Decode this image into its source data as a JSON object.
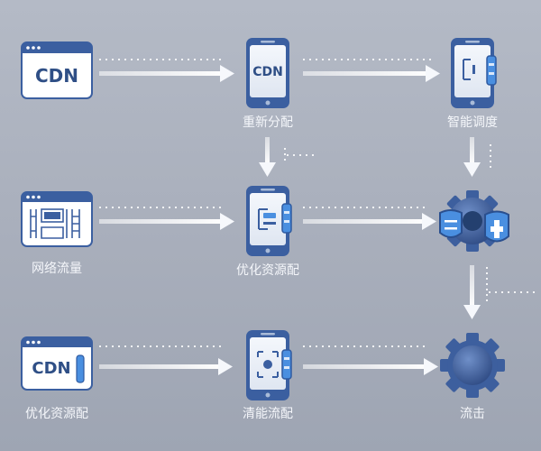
{
  "nodes": {
    "cdn_box_top": {
      "text": "CDN"
    },
    "phone_top": {
      "text": "CDN",
      "label": "重新分配"
    },
    "phone_right_top": {
      "label": "智能调度"
    },
    "network_box": {
      "label": "网络流量"
    },
    "phone_mid": {
      "label": "优化资源配"
    },
    "gear_cluster": {
      "label": ""
    },
    "cdn_box_bottom": {
      "text": "CDN",
      "label": "优化资源配"
    },
    "phone_bottom": {
      "label": "清能流配"
    },
    "gear_bottom": {
      "label": "流击"
    }
  },
  "colors": {
    "frame": "#3b5fa0",
    "screen": "#e9eef6",
    "accent": "#4a8fe0",
    "arrow": "#f2f5fa",
    "gear": "#3d5f9e"
  }
}
